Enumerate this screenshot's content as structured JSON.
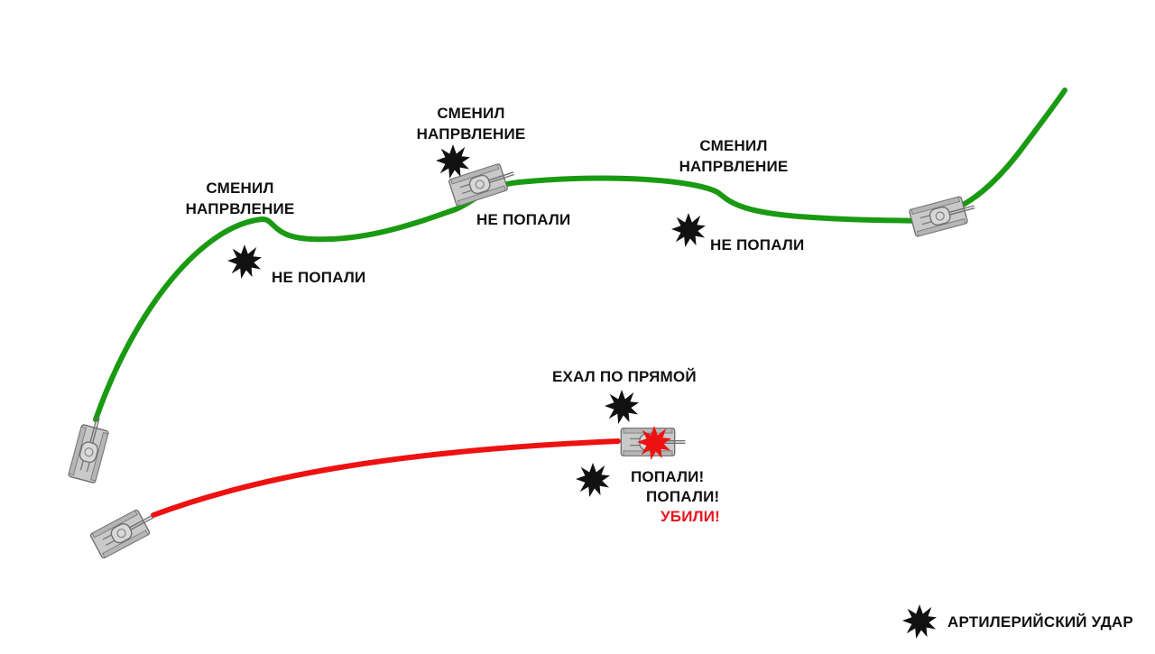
{
  "colors": {
    "safe_path": "#1a9a12",
    "hit_path": "#ee1111",
    "explosion": "#111111",
    "explosion_hit": "#ee1111",
    "tank_body": "#c9c9c9",
    "tank_outline": "#6f6f6f",
    "text": "#111111",
    "text_killed": "#e8141c"
  },
  "labels": {
    "changed_dir_1": [
      "СМЕНИЛ",
      "НАПРВЛЕНИЕ"
    ],
    "changed_dir_2": [
      "СМЕНИЛ",
      "НАПРВЛЕНИЕ"
    ],
    "changed_dir_3": [
      "СМЕНИЛ",
      "НАПРВЛЕНИЕ"
    ],
    "missed_1": "НЕ ПОПАЛИ",
    "missed_2": "НЕ ПОПАЛИ",
    "missed_3": "НЕ ПОПАЛИ",
    "drove_straight": "ЕХАЛ ПО ПРЯМОЙ",
    "hit_1": "ПОПАЛИ!",
    "hit_2": "ПОПАЛИ!",
    "killed": "УБИЛИ!"
  },
  "legend": {
    "icon": "explosion-icon",
    "label": "АРТИЛЕРИЙСКИЙ УДАР"
  },
  "icons": {
    "tank": "tank-icon",
    "explosion": "explosion-icon"
  }
}
